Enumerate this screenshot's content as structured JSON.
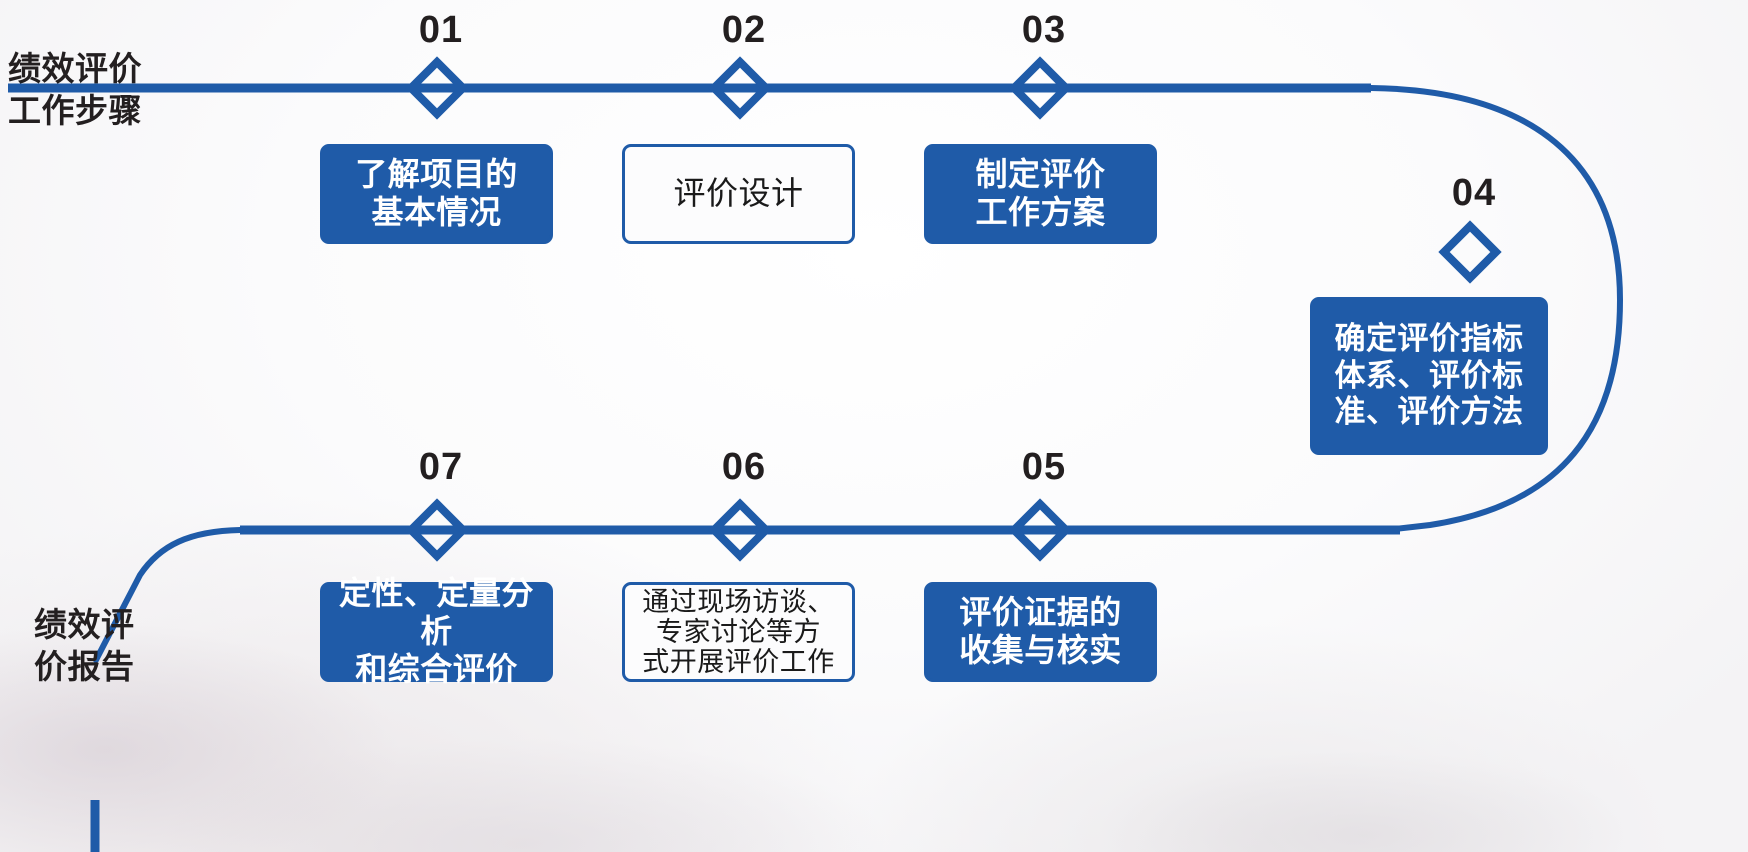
{
  "diagram": {
    "title_top": "绩效评价\n工作步骤",
    "title_bottom": "绩效评\n价报告",
    "accent_color": "#1F5BA8",
    "text_dark": "#231f20",
    "steps": [
      {
        "number": "01",
        "label": "了解项目的\n基本情况",
        "style": "filled"
      },
      {
        "number": "02",
        "label": "评价设计",
        "style": "outline"
      },
      {
        "number": "03",
        "label": "制定评价\n工作方案",
        "style": "filled"
      },
      {
        "number": "04",
        "label": "确定评价指标\n体系、评价标\n准、评价方法",
        "style": "filled"
      },
      {
        "number": "05",
        "label": "评价证据的\n收集与核实",
        "style": "filled"
      },
      {
        "number": "06",
        "label": "通过现场访谈、\n专家讨论等方\n式开展评价工作",
        "style": "outline"
      },
      {
        "number": "07",
        "label": "定性、定量分析\n和综合评价",
        "style": "filled"
      }
    ]
  }
}
